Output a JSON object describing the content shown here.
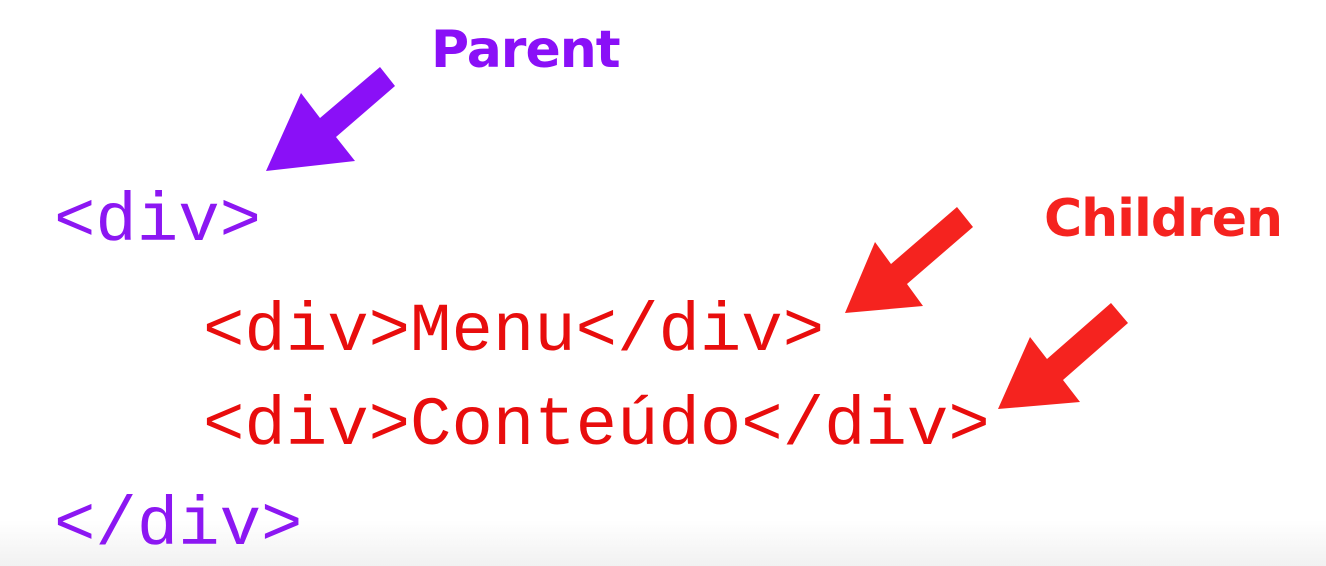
{
  "labels": {
    "parent": "Parent",
    "children": "Children"
  },
  "code": {
    "open_tag": "<div>",
    "menu_line": "<div>Menu</div>",
    "content_line": "<div>Conteúdo</div>",
    "close_tag": "</div>"
  },
  "colors": {
    "parent": "#8a10f7",
    "children": "#f5231f"
  }
}
